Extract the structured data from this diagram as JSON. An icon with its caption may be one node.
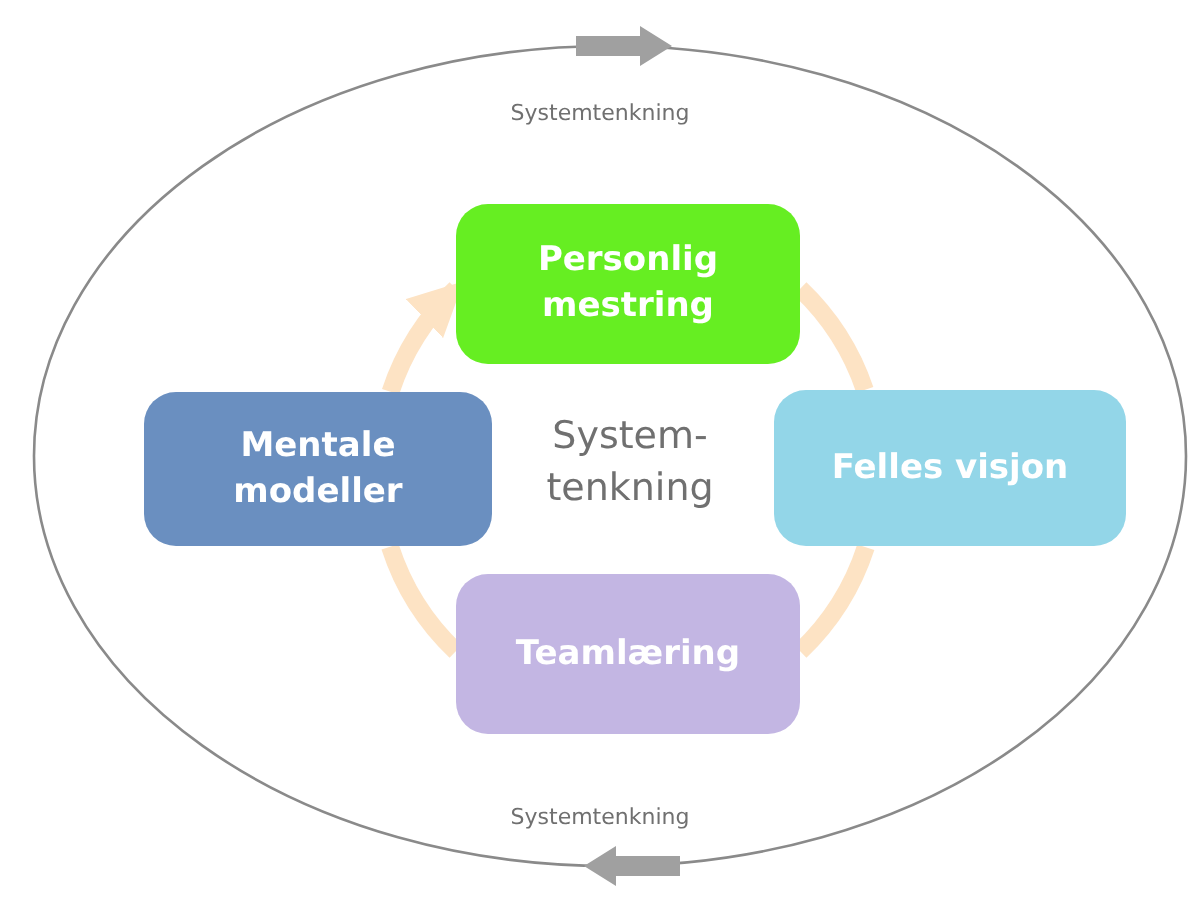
{
  "diagram": {
    "nodes": [
      {
        "text": [
          "Personlig mestring"
        ]
      },
      {
        "text": [
          "Felles visjon"
        ]
      },
      {
        "text": [
          "Teamlæring"
        ]
      },
      {
        "text": [
          "Mentale modeller"
        ]
      }
    ],
    "edges": [
      {
        "from": 0,
        "to": 1,
        "arrow": "none"
      },
      {
        "from": 1,
        "to": 2,
        "arrow": "none"
      },
      {
        "from": 2,
        "to": 3,
        "arrow": "none"
      },
      {
        "from": 3,
        "to": 0,
        "arrow": "to"
      }
    ],
    "labels": [
      "Systemtenkning",
      "System- tenkning",
      "Systemtenkning"
    ]
  }
}
